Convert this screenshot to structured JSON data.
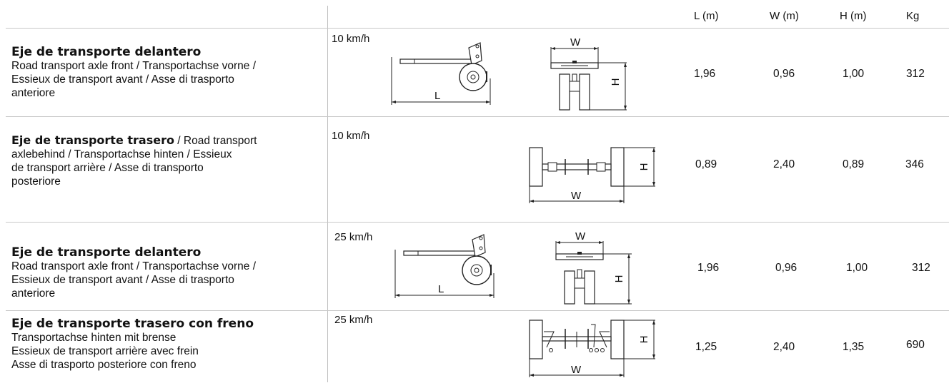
{
  "header": {
    "l": "L (m)",
    "w": "W (m)",
    "h": "H (m)",
    "kg": "Kg"
  },
  "rows": [
    {
      "title": "Eje de transporte delantero",
      "subtitle": "",
      "lines": [
        "Road transport axle front / Transportachse vorne /",
        "Essieux de transport avant / Asse di trasporto",
        "anteriore"
      ],
      "speed": "10 km/h",
      "l": "1,96",
      "w": "0,96",
      "h": "1,00",
      "kg": "312"
    },
    {
      "title": "Eje de transporte trasero",
      "subtitle": "/ Road transport",
      "lines": [
        "axlebehind / Transportachse hinten / Essieux",
        "de transport arrière / Asse di transporto",
        "posteriore"
      ],
      "speed": "10 km/h",
      "l": "0,89",
      "w": "2,40",
      "h": "0,89",
      "kg": "346"
    },
    {
      "title": "Eje de transporte delantero",
      "subtitle": "",
      "lines": [
        "Road transport axle front / Transportachse vorne /",
        "Essieux de transport avant / Asse di trasporto",
        "anteriore"
      ],
      "speed": "25 km/h",
      "l": "1,96",
      "w": "0,96",
      "h": "1,00",
      "kg": "312"
    },
    {
      "title": "Eje de transporte trasero con freno",
      "subtitle": "",
      "lines": [
        "Transportachse hinten mit brense",
        "Essieux de transport arrière avec frein",
        "Asse di trasporto posteriore con freno"
      ],
      "speed": "25 km/h",
      "l": "1,25",
      "w": "2,40",
      "h": "1,35",
      "kg": "690"
    }
  ],
  "diagram_labels": {
    "length": "L",
    "width": "W",
    "height": "H"
  }
}
